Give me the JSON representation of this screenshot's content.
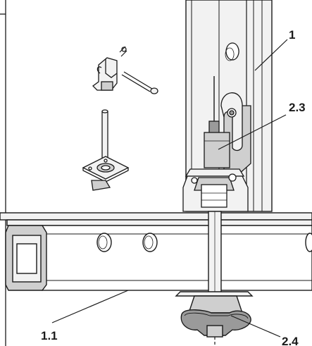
{
  "figure": {
    "callouts": {
      "c1": "1",
      "c2_3": "2.3",
      "c1_1": "1.1",
      "c2_4": "2.4"
    },
    "colors": {
      "background": "#ffffff",
      "line": "#1a1a1a",
      "part_fill": "#f2f2f2",
      "part_shade": "#cfcfcf",
      "part_dark": "#9a9a9a"
    }
  }
}
